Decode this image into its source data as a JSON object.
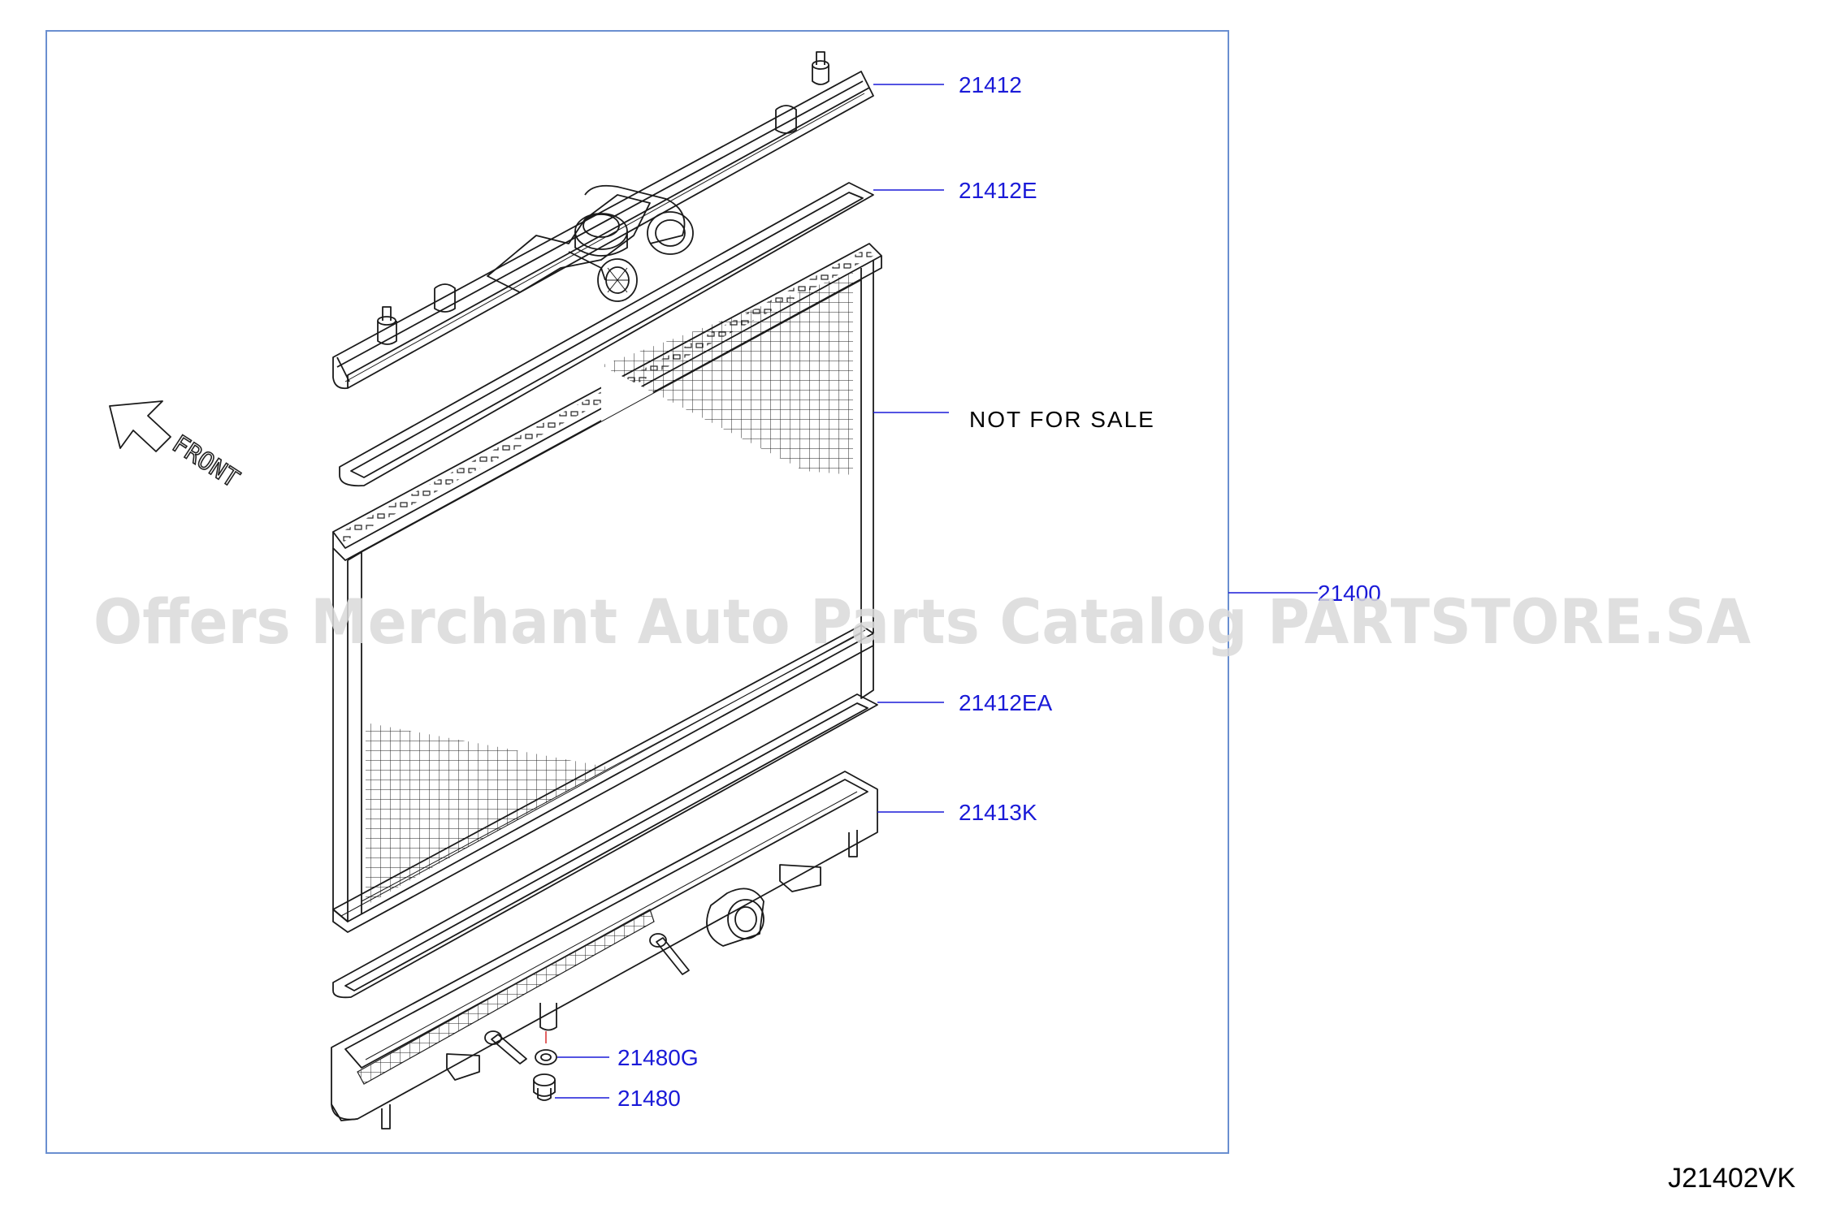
{
  "diagram": {
    "frame_color": "#6a8fd0",
    "callout_color": "#1a1ad8",
    "callouts": {
      "upper_tank": "21412",
      "upper_gasket": "21412E",
      "core": "NOT FOR SALE",
      "assembly": "21400",
      "lower_gasket": "21412EA",
      "lower_tank": "21413K",
      "drain_washer": "21480G",
      "drain_plug": "21480"
    },
    "direction_label": "FRONT",
    "watermark": "Offers Merchant Auto Parts Catalog PARTSTORE.SA",
    "diagram_code": "J21402VK"
  }
}
